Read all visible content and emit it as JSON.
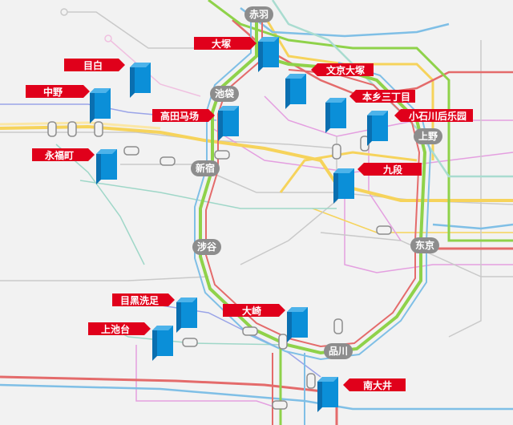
{
  "colors": {
    "background": "#f2f2f2",
    "accent_red": "#e0001b",
    "building_blue": "#0b8fd8",
    "building_side": "#0a6fb0",
    "station_grey": "#8d8d8d",
    "jr_green": "#8fd24a",
    "jr_yellow": "#f6d35b",
    "line_red": "#e46b6b",
    "line_blue": "#7fbfe6",
    "line_pink": "#e49fe0",
    "line_grey": "#c9c9c9"
  },
  "stations": [
    {
      "id": "akabane",
      "label": "赤羽"
    },
    {
      "id": "ikebukuro",
      "label": "池袋"
    },
    {
      "id": "shinjuku",
      "label": "新宿"
    },
    {
      "id": "ueno",
      "label": "上野"
    },
    {
      "id": "shibuya",
      "label": "涉谷"
    },
    {
      "id": "tokyo",
      "label": "东京"
    },
    {
      "id": "shinagawa",
      "label": "品川"
    }
  ],
  "properties": [
    {
      "id": "otsuka",
      "label": "大塚"
    },
    {
      "id": "mejiro",
      "label": "目白"
    },
    {
      "id": "bunkyo",
      "label": "文京大塚"
    },
    {
      "id": "nakano",
      "label": "中野"
    },
    {
      "id": "hongo",
      "label": "本乡三丁目"
    },
    {
      "id": "takadanobaba",
      "label": "高田马场"
    },
    {
      "id": "koishikawa",
      "label": "小石川后乐园"
    },
    {
      "id": "eifukucho",
      "label": "永福町"
    },
    {
      "id": "kudan",
      "label": "九段"
    },
    {
      "id": "meguro",
      "label": "目黑洗足"
    },
    {
      "id": "osaki",
      "label": "大崎"
    },
    {
      "id": "kamiikedai",
      "label": "上池台"
    },
    {
      "id": "minamioi",
      "label": "南大井"
    }
  ]
}
